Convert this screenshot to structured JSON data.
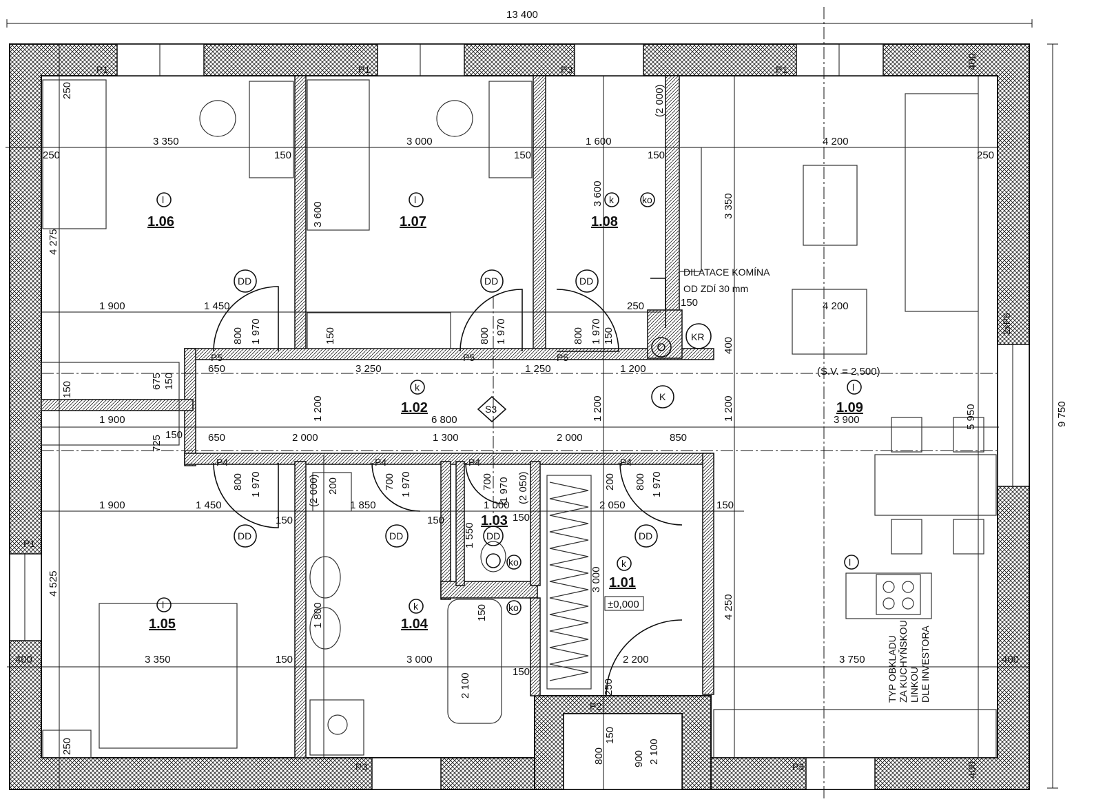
{
  "drawing": {
    "overall_width": "13 400",
    "overall_height": "9 750"
  },
  "rooms": [
    {
      "id": "1.06",
      "code": "l"
    },
    {
      "id": "1.07",
      "code": "l"
    },
    {
      "id": "1.08",
      "code": "k"
    },
    {
      "id": "1.09",
      "code": "l"
    },
    {
      "id": "1.02",
      "code": "k"
    },
    {
      "id": "1.05",
      "code": "l"
    },
    {
      "id": "1.04",
      "code": "k"
    },
    {
      "id": "1.03",
      "code": ""
    },
    {
      "id": "1.01",
      "code": "k"
    }
  ],
  "labels": {
    "elevation": "±0,000",
    "sv": "(S.V. = 2,500)",
    "chimney_note_1": "DILATACE KOMÍNA",
    "chimney_note_2": "OD ZDÍ 30 mm",
    "kitchen_note_1": "TYP OBKLADU",
    "kitchen_note_2": "ZA KUCHYŇSKOU",
    "kitchen_note_3": "LINKOU",
    "kitchen_note_4": "DLE INVESTORA",
    "kr": "KR",
    "k_big": "K",
    "s3": "S3",
    "dd": "DD",
    "ko": "ko",
    "p1": "P1",
    "p2": "P2",
    "p3": "P3",
    "p4": "P4",
    "p5": "P5",
    "p6": "2xP6"
  },
  "dimensions": {
    "d3350a": "3 350",
    "d150a": "150",
    "d3000a": "3 000",
    "d150b": "150",
    "d1600": "1 600",
    "d150c": "150",
    "d4200a": "4 200",
    "d250a": "250",
    "d250b": "250",
    "d250c": "250",
    "d4275": "4 275",
    "d3600a": "3 600",
    "d3600b": "3 600",
    "d2000p": "(2 000)",
    "d3350b": "3 350",
    "d1900a": "1 900",
    "d1450a": "1 450",
    "d250d": "250",
    "d150d": "150",
    "d4200b": "4 200",
    "d400a": "400",
    "d800a": "800",
    "d1970a": "1 970",
    "d800b": "800",
    "d1970b": "1 970",
    "d800c": "800",
    "d1970c": "1 970",
    "d150e": "150",
    "d650a": "650",
    "d3250": "3 250",
    "d1250": "1 250",
    "d1200a": "1 200",
    "d675": "675",
    "d150f": "150",
    "d150g": "150",
    "d1200b": "1 200",
    "d1200c": "1 200",
    "d1200d": "1 200",
    "d6800": "6 800",
    "d1900b": "1 900",
    "d3900": "3 900",
    "d5950": "5 950",
    "d725": "725",
    "d150h": "150",
    "d650b": "650",
    "d2000a": "2 000",
    "d1300": "1 300",
    "d2000b": "2 000",
    "d850": "850",
    "d800d": "800",
    "d1970d": "1 970",
    "d200a": "200",
    "d700a": "700",
    "d1970e": "1 970",
    "d700b": "700",
    "d1970f": "1 970",
    "d2050p": "(2 050)",
    "d200b": "200",
    "d800e": "800",
    "d1970g": "1 970",
    "d1900c": "1 900",
    "d1450b": "1 450",
    "d1850": "1 850",
    "d1000": "1 000",
    "d150i": "150",
    "d2050": "2 050",
    "d150j": "150",
    "d150k": "150",
    "d150l": "150",
    "d2000q": "(2 000)",
    "d1550": "1 550",
    "d4525": "4 525",
    "d3000b": "3 000",
    "d1800": "1 800",
    "d150m": "150",
    "d4250": "4 250",
    "d3350c": "3 350",
    "d150n": "150",
    "d3000c": "3 000",
    "d150o": "150",
    "d2200": "2 200",
    "d3750": "3 750",
    "d400b": "400",
    "d400c": "400",
    "d2100a": "2 100",
    "d250e": "250",
    "d250f": "250",
    "d800f": "800",
    "d150p": "150",
    "d900": "900",
    "d2100b": "2 100",
    "d400d": "400"
  }
}
